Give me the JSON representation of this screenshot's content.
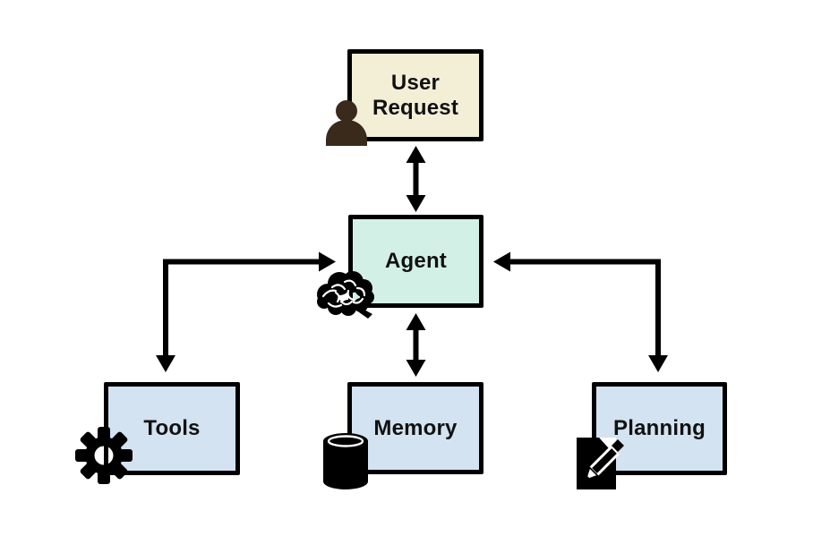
{
  "diagram": {
    "type": "flowchart",
    "background": "#FFFFFF",
    "nodes": {
      "user_request": {
        "label": "User Request",
        "fill": "#F2EFD6",
        "icon": "person-icon"
      },
      "agent": {
        "label": "Agent",
        "fill": "#D3F0E7",
        "icon": "brain-icon"
      },
      "tools": {
        "label": "Tools",
        "fill": "#D3E3F1",
        "icon": "gear-icon"
      },
      "memory": {
        "label": "Memory",
        "fill": "#D3E3F1",
        "icon": "database-icon"
      },
      "planning": {
        "label": "Planning",
        "fill": "#D3E3F1",
        "icon": "document-pencil-icon"
      }
    },
    "edges": [
      {
        "from": "User Request",
        "to": "Agent",
        "style": "vertical-double-headed-arrow"
      },
      {
        "from": "Agent",
        "to": "Memory",
        "style": "vertical-double-headed-arrow"
      },
      {
        "from": "Agent",
        "to": "Tools",
        "style": "elbow-connector-arrowheads-both-ends"
      },
      {
        "from": "Agent",
        "to": "Planning",
        "style": "elbow-connector-arrowheads-both-ends"
      }
    ],
    "colors": {
      "line": "#000000",
      "node_border": "#000000",
      "label_text": "#111111",
      "person_icon": "#3A2A1C",
      "icon_black": "#000000"
    }
  }
}
